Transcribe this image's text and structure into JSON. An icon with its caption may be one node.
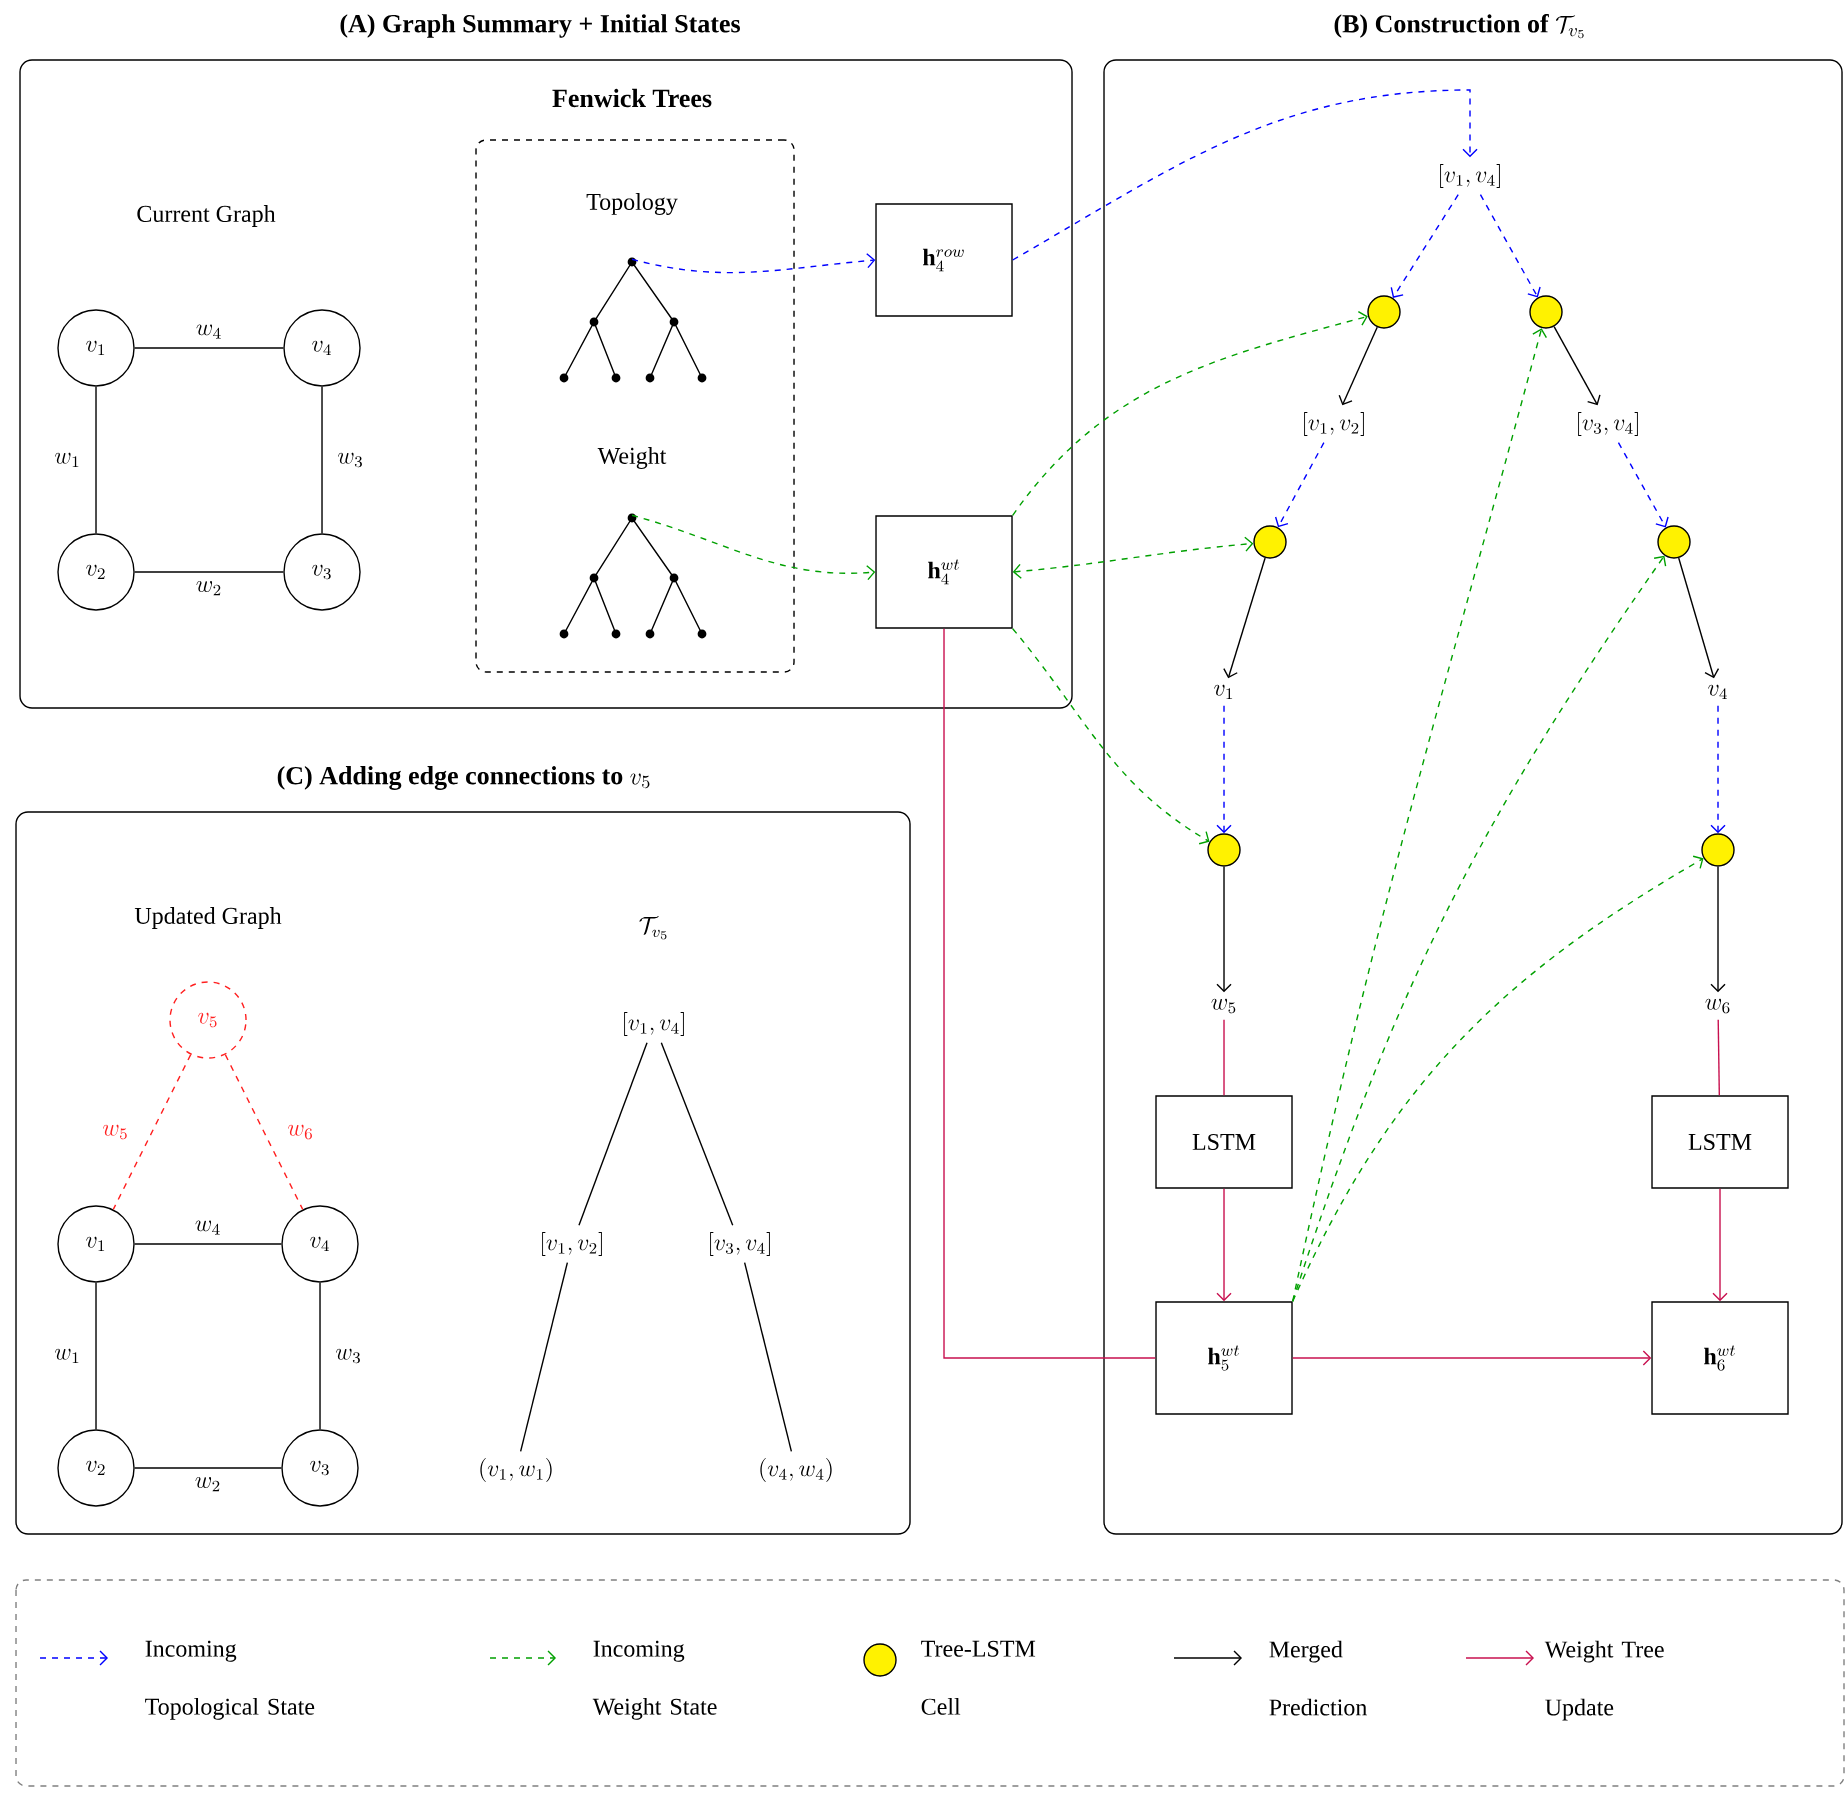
{
  "diagram": {
    "nodes": [
      {
        "text": [
          "(A) Graph Summary + Initial States"
        ]
      },
      {
        "text": [
          "v_1"
        ],
        "in": 0
      },
      {
        "text": [
          "v_4"
        ],
        "in": 0
      },
      {
        "text": [
          "v_2"
        ],
        "in": 0
      },
      {
        "text": [
          "v_3"
        ],
        "in": 0
      },
      {
        "text": [
          "Fenwick Trees"
        ],
        "in": 0
      },
      {
        "text": [],
        "shape": "picture",
        "beside": [
          "Topology"
        ],
        "in": 5
      },
      {
        "text": [],
        "shape": "picture",
        "beside": [
          "Weight"
        ],
        "in": 5
      },
      {
        "text": [
          "\\mathbf{h}_4^{row}"
        ],
        "in": 0
      },
      {
        "text": [
          "\\mathbf{h}_4^{wt}"
        ],
        "in": 0
      },
      {
        "text": [
          "\\textbf{(B) Construction of }\\mathcal{T}_{v_5}"
        ]
      },
      {
        "text": [
          "[v_1, v_4]"
        ],
        "in": 10
      },
      {
        "text": [],
        "shape": "circle",
        "in": 10
      },
      {
        "text": [],
        "shape": "circle",
        "in": 10
      },
      {
        "text": [
          "[v_1, v_2]"
        ],
        "in": 10
      },
      {
        "text": [
          "[v_3, v_4]"
        ],
        "in": 10
      },
      {
        "text": [],
        "shape": "circle",
        "in": 10
      },
      {
        "text": [],
        "shape": "circle",
        "in": 10
      },
      {
        "text": [
          "v_1"
        ],
        "in": 10
      },
      {
        "text": [
          "v_4"
        ],
        "in": 10
      },
      {
        "text": [],
        "shape": "circle",
        "in": 10
      },
      {
        "text": [],
        "shape": "circle",
        "in": 10
      },
      {
        "text": [
          "w_5"
        ],
        "in": 10
      },
      {
        "text": [
          "w_6"
        ],
        "in": 10
      },
      {
        "text": [
          "LSTM"
        ],
        "in": 10
      },
      {
        "text": [
          "LSTM"
        ],
        "in": 10
      },
      {
        "text": [
          "\\mathbf{h}_5^{wt}"
        ],
        "in": 10
      },
      {
        "text": [
          "\\mathbf{h}_6^{wt}"
        ],
        "in": 10
      },
      {
        "text": [
          "\\textbf{(C) Adding edge connections to }v_5"
        ]
      },
      {
        "text": [
          "v_5"
        ],
        "in": 28
      },
      {
        "text": [
          "v_1"
        ],
        "in": 28
      },
      {
        "text": [
          "v_4"
        ],
        "in": 28
      },
      {
        "text": [
          "v_2"
        ],
        "in": 28
      },
      {
        "text": [
          "v_3"
        ],
        "in": 28
      },
      {
        "text": [
          "[v_1, v_4]"
        ],
        "in": 28
      },
      {
        "text": [
          "[v_1, v_2]"
        ],
        "in": 28
      },
      {
        "text": [
          "[v_3, v_4]"
        ],
        "in": 28
      },
      {
        "text": [
          "(v_1, w_1)"
        ],
        "in": 28
      },
      {
        "text": [
          "(v_4, w_4)"
        ],
        "in": 28
      }
    ],
    "edges": [
      {
        "from": 1,
        "to": 2,
        "arrow": "none",
        "label": "w_4"
      },
      {
        "from": 1,
        "to": 3,
        "arrow": "none",
        "label": "w_1"
      },
      {
        "from": 2,
        "to": 4,
        "arrow": "none",
        "label": "w_3"
      },
      {
        "from": 3,
        "to": 4,
        "arrow": "none",
        "label": "w_2"
      },
      {
        "from": 6,
        "to": 8,
        "arrow": "to",
        "style": "dashed",
        "color": "#0000ff"
      },
      {
        "from": 7,
        "to": 9,
        "arrow": "to",
        "style": "dashed",
        "color": "#00a000"
      },
      {
        "from": 8,
        "to": 11,
        "arrow": "to",
        "style": "dashed",
        "color": "#0000ff"
      },
      {
        "from": 11,
        "to": 12,
        "arrow": "to",
        "style": "dashed",
        "color": "#0000ff"
      },
      {
        "from": 11,
        "to": 13,
        "arrow": "to",
        "style": "dashed",
        "color": "#0000ff"
      },
      {
        "from": 9,
        "to": 12,
        "arrow": "to",
        "style": "dashed",
        "color": "#00a000"
      },
      {
        "from": 9,
        "to": 16,
        "arrow": "both",
        "style": "dashed",
        "color": "#00a000"
      },
      {
        "from": 9,
        "to": 20,
        "arrow": "to",
        "style": "dashed",
        "color": "#00a000"
      },
      {
        "from": 12,
        "to": 14,
        "arrow": "to"
      },
      {
        "from": 13,
        "to": 15,
        "arrow": "to"
      },
      {
        "from": 14,
        "to": 16,
        "arrow": "to",
        "style": "dashed",
        "color": "#0000ff"
      },
      {
        "from": 15,
        "to": 17,
        "arrow": "to",
        "style": "dashed",
        "color": "#0000ff"
      },
      {
        "from": 16,
        "to": 18,
        "arrow": "to"
      },
      {
        "from": 17,
        "to": 19,
        "arrow": "to"
      },
      {
        "from": 18,
        "to": 20,
        "arrow": "to",
        "style": "dashed",
        "color": "#0000ff"
      },
      {
        "from": 19,
        "to": 21,
        "arrow": "to",
        "style": "dashed",
        "color": "#0000ff"
      },
      {
        "from": 20,
        "to": 22,
        "arrow": "to"
      },
      {
        "from": 21,
        "to": 23,
        "arrow": "to"
      },
      {
        "from": 22,
        "to": 24,
        "arrow": "none",
        "color": "#c8104f"
      },
      {
        "from": 23,
        "to": 25,
        "arrow": "none",
        "color": "#c8104f"
      },
      {
        "from": 24,
        "to": 26,
        "arrow": "to",
        "color": "#c8104f"
      },
      {
        "from": 25,
        "to": 27,
        "arrow": "to",
        "color": "#c8104f"
      },
      {
        "from": 26,
        "to": 27,
        "arrow": "to",
        "color": "#c8104f"
      },
      {
        "from": 9,
        "to": 26,
        "arrow": "none",
        "color": "#c8104f"
      },
      {
        "from": 26,
        "to": 13,
        "arrow": "to",
        "style": "dashed",
        "color": "#00a000"
      },
      {
        "from": 26,
        "to": 17,
        "arrow": "to",
        "style": "dashed",
        "color": "#00a000"
      },
      {
        "from": 26,
        "to": 21,
        "arrow": "to",
        "style": "dashed",
        "color": "#00a000"
      },
      {
        "from": 29,
        "to": 30,
        "arrow": "none",
        "style": "dashed",
        "color": "#ff2020",
        "label": "w_5"
      },
      {
        "from": 29,
        "to": 31,
        "arrow": "none",
        "style": "dashed",
        "color": "#ff2020",
        "label": "w_6"
      },
      {
        "from": 30,
        "to": 31,
        "arrow": "none",
        "label": "w_4"
      },
      {
        "from": 30,
        "to": 32,
        "arrow": "none",
        "label": "w_1"
      },
      {
        "from": 31,
        "to": 33,
        "arrow": "none",
        "label": "w_3"
      },
      {
        "from": 32,
        "to": 33,
        "arrow": "none",
        "label": "w_2"
      },
      {
        "from": 34,
        "to": 35,
        "arrow": "none"
      },
      {
        "from": 34,
        "to": 36,
        "arrow": "none"
      },
      {
        "from": 35,
        "to": 37,
        "arrow": "none"
      },
      {
        "from": 36,
        "to": 38,
        "arrow": "none"
      }
    ],
    "labels": [
      "Current Graph",
      "Updated Graph",
      "\\mathcal{T}_{v_5}"
    ],
    "legend": [
      {
        "text": "Incoming Topological State"
      },
      {
        "text": "Incoming Weight State"
      },
      {
        "text": "Tree-LSTM Cell"
      },
      {
        "text": "Merged Prediction"
      },
      {
        "text": "Weight Tree Update"
      }
    ]
  }
}
